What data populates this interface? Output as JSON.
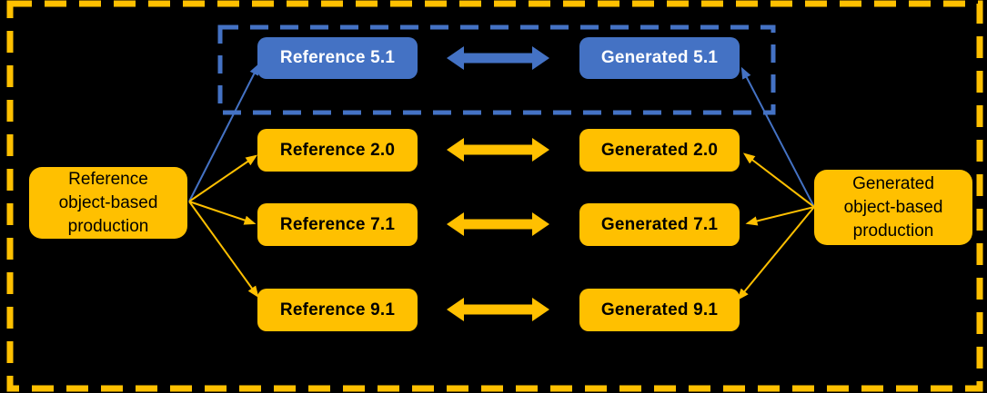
{
  "diagram": {
    "description": "Mapping between reference and generated object-based productions",
    "colors": {
      "gold": "#FFC000",
      "blue": "#4472C4",
      "background": "#000000",
      "text_on_gold": "#000000",
      "text_on_blue": "#FFFFFF"
    },
    "source_box": {
      "label": "Reference\nobject-based\nproduction"
    },
    "target_box": {
      "label": "Generated\nobject-based\nproduction"
    },
    "pairs": [
      {
        "id": "5.1",
        "reference": "Reference 5.1",
        "generated": "Generated 5.1",
        "style": "blue",
        "highlighted": true
      },
      {
        "id": "2.0",
        "reference": "Reference 2.0",
        "generated": "Generated 2.0",
        "style": "gold",
        "highlighted": false
      },
      {
        "id": "7.1",
        "reference": "Reference 7.1",
        "generated": "Generated 7.1",
        "style": "gold",
        "highlighted": false
      },
      {
        "id": "9.1",
        "reference": "Reference 9.1",
        "generated": "Generated 9.1",
        "style": "gold",
        "highlighted": false
      }
    ]
  }
}
